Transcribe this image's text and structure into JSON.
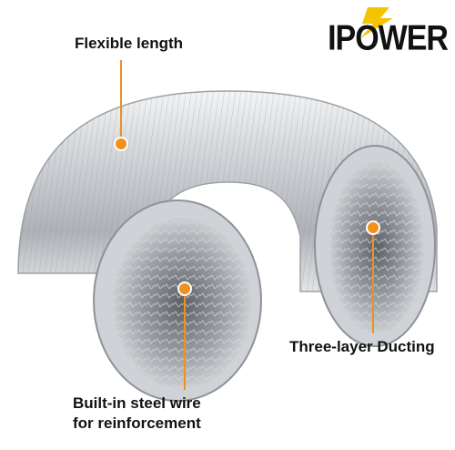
{
  "brand": {
    "name": "IPOWER"
  },
  "callouts": {
    "flexible": "Flexible length",
    "three_layer": "Three-layer Ducting",
    "steel_line1": "Built-in steel wire",
    "steel_line2": "for reinforcement"
  },
  "colors": {
    "accent": "#f0901e",
    "logo_bolt": "#f5c400",
    "foil_light": "#e8eaec",
    "foil_mid": "#b9bdc2",
    "foil_dark": "#7e8389"
  },
  "icons": [
    "lightning-bolt-icon"
  ]
}
